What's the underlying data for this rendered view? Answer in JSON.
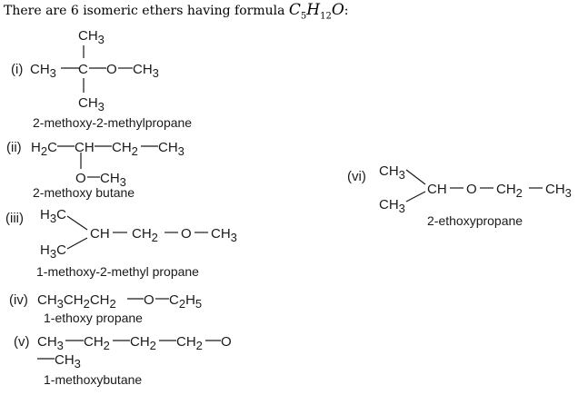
{
  "heading": {
    "text": "There are 6 isomeric ethers having formula ",
    "formula": {
      "C": "C",
      "c_sub": "5",
      "H": "H",
      "h_sub": "12",
      "O": "O",
      "colon": ":"
    }
  },
  "isomers": [
    {
      "label": "(i)",
      "name": "2-methoxy-2-methylpropane",
      "atoms": {
        "top": "CH",
        "bottom": "CH",
        "left": "CH",
        "center": "C",
        "oxygen": "O",
        "right": "CH",
        "sub": "3"
      }
    },
    {
      "label": "(ii)",
      "name": "2-methoxy butane",
      "atoms": {
        "a": "H",
        "a_sub": "2",
        "a2": "C",
        "b": "CH",
        "c": "CH",
        "c_sub": "2",
        "d": "CH",
        "d_sub": "3",
        "o": "O",
        "e": "CH",
        "e_sub": "3"
      }
    },
    {
      "label": "(iii)",
      "name": "1-methoxy-2-methyl propane",
      "atoms": {
        "h3c": "H",
        "h3c_sub": "3",
        "h3c_c": "C",
        "ch": "CH",
        "ch2": "CH",
        "ch2_sub": "2",
        "o": "O",
        "ch3": "CH",
        "ch3_sub": "3"
      }
    },
    {
      "label": "(iv)",
      "name": "1-ethoxy propane",
      "atoms": {
        "chain": "CH",
        "s3": "3",
        "mid1": "CH",
        "s2a": "2",
        "mid2": "CH",
        "s2b": "2",
        "o": "O",
        "c2h5": "C",
        "c2h5_sub": "2",
        "h": "H",
        "h_sub": "5"
      }
    },
    {
      "label": "(v)",
      "name": "1-methoxybutane",
      "atoms": {
        "c1": "CH",
        "c1_sub": "3",
        "c2": "CH",
        "c2_sub": "2",
        "c3": "CH",
        "c3_sub": "2",
        "c4": "CH",
        "c4_sub": "2",
        "o": "O",
        "tail": "CH",
        "tail_sub": "3"
      }
    },
    {
      "label": "(vi)",
      "name": "2-ethoxypropane",
      "atoms": {
        "ch3": "CH",
        "ch3_sub": "3",
        "ch": "CH",
        "o": "O",
        "ch2": "CH",
        "ch2_sub": "2",
        "end": "CH",
        "end_sub": "3"
      }
    }
  ]
}
